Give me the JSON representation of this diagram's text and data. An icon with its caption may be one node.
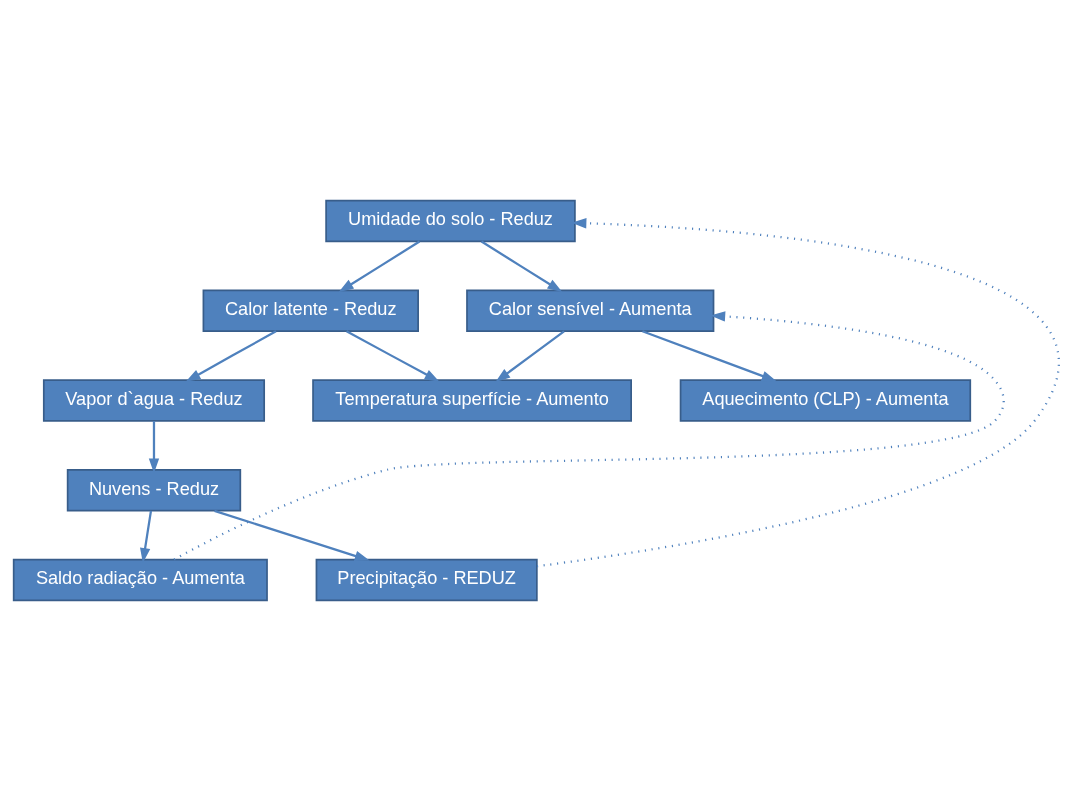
{
  "diagram": {
    "nodes": [
      {
        "text": [
          "Umidade do solo - Reduz"
        ]
      },
      {
        "text": [
          "Calor latente - Reduz"
        ]
      },
      {
        "text": [
          "Calor sensível - Aumenta"
        ]
      },
      {
        "text": [
          "Temperatura superfície - Aumento"
        ]
      },
      {
        "text": [
          "Vapor d`agua - Reduz"
        ]
      },
      {
        "text": [
          "Aquecimento (CLP) - Aumenta"
        ]
      },
      {
        "text": [
          "Nuvens - Reduz"
        ]
      },
      {
        "text": [
          "Saldo radiação - Aumenta"
        ]
      },
      {
        "text": [
          "Precipitação - REDUZ"
        ]
      }
    ],
    "edges": [
      {
        "from": 0,
        "to": 1,
        "arrow": "to"
      },
      {
        "from": 0,
        "to": 2,
        "arrow": "to"
      },
      {
        "from": 1,
        "to": 4,
        "arrow": "to"
      },
      {
        "from": 1,
        "to": 3,
        "arrow": "to"
      },
      {
        "from": 2,
        "to": 3,
        "arrow": "to"
      },
      {
        "from": 2,
        "to": 5,
        "arrow": "to"
      },
      {
        "from": 4,
        "to": 6,
        "arrow": "to"
      },
      {
        "from": 6,
        "to": 7,
        "arrow": "to"
      },
      {
        "from": 6,
        "to": 8,
        "arrow": "to"
      },
      {
        "from": 8,
        "to": 0,
        "arrow": "to",
        "style": "dashed"
      },
      {
        "from": 7,
        "to": 2,
        "arrow": "to",
        "style": "dashed"
      }
    ]
  }
}
